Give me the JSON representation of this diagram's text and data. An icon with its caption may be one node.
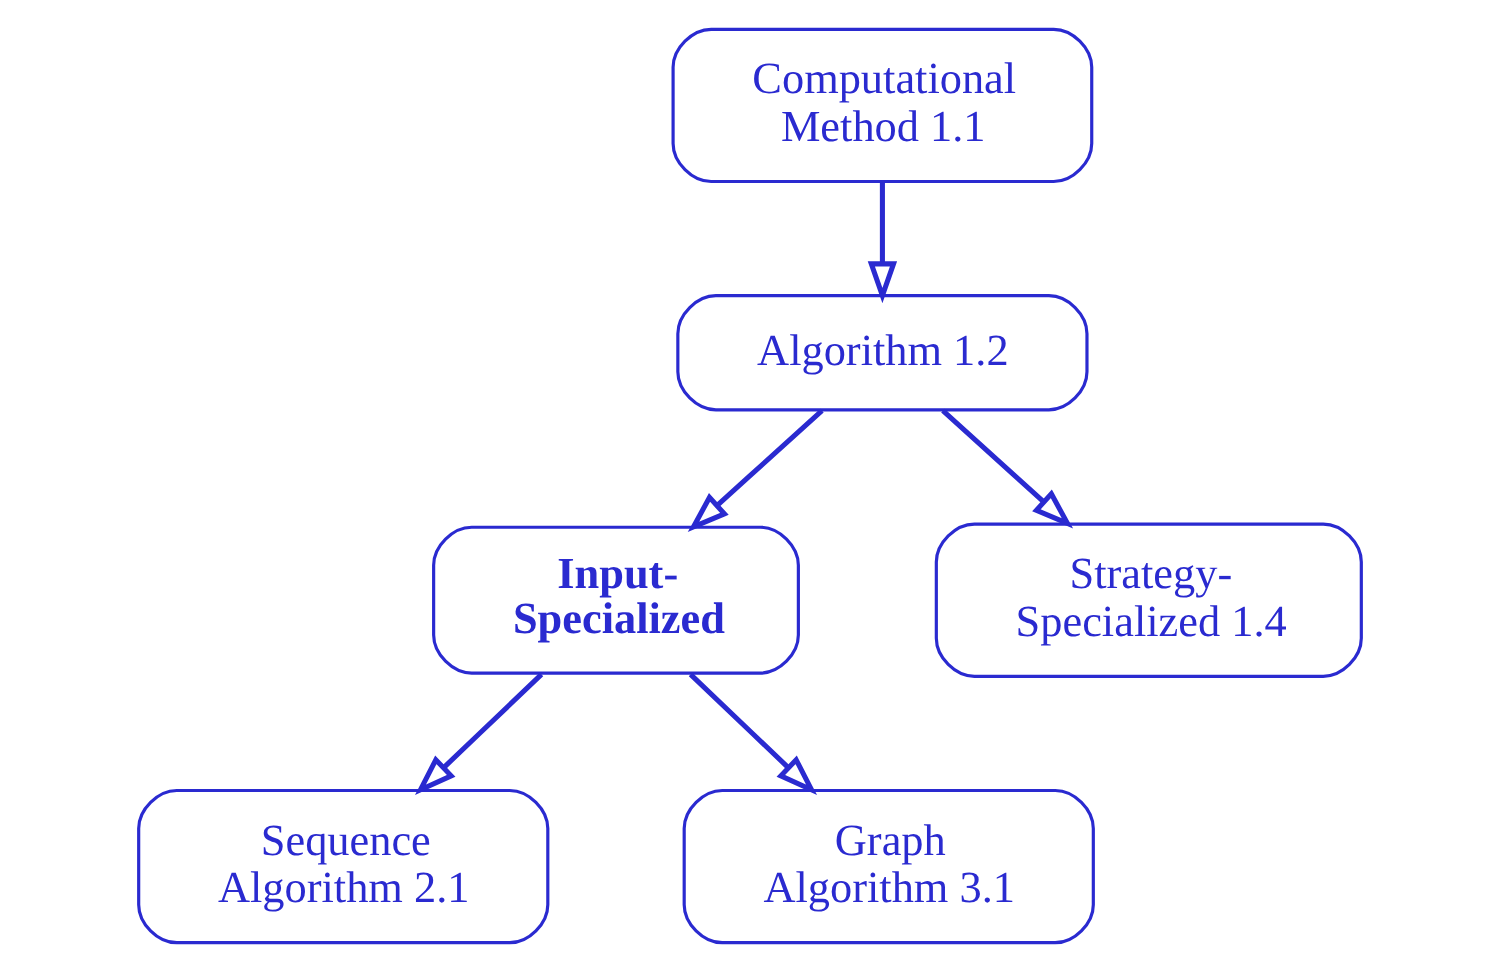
{
  "diagram": {
    "nodes": [
      {
        "text": [
          "Computational Method 1.1"
        ]
      },
      {
        "text": [
          "Algorithm 1.2"
        ]
      },
      {
        "text": [
          "Input- Specialized"
        ]
      },
      {
        "text": [
          "Strategy- Specialized 1.4"
        ]
      },
      {
        "text": [
          "Sequence Algorithm 2.1"
        ]
      },
      {
        "text": [
          "Graph Algorithm 3.1"
        ]
      }
    ],
    "edges": [
      {
        "from": 0,
        "to": 1,
        "arrow": "to"
      },
      {
        "from": 1,
        "to": 2,
        "arrow": "to"
      },
      {
        "from": 1,
        "to": 3,
        "arrow": "to"
      },
      {
        "from": 2,
        "to": 4,
        "arrow": "to"
      },
      {
        "from": 2,
        "to": 5,
        "arrow": "to"
      }
    ]
  }
}
